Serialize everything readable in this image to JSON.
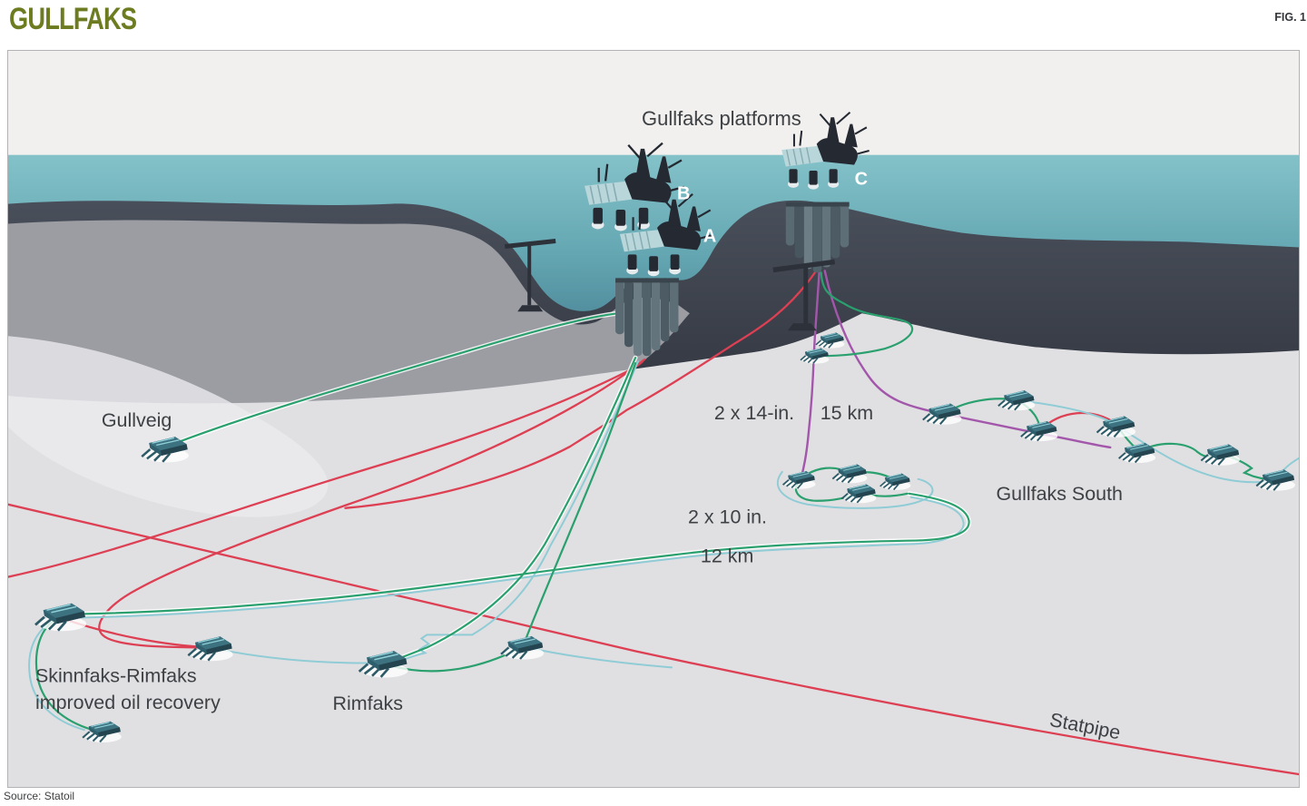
{
  "page": {
    "title": "GULLFAKS",
    "figure_label": "FIG. 1",
    "source": "Source: Statoil"
  },
  "colors": {
    "title_green": "#6d7b21",
    "sea_top": "#84c2c9",
    "sea_deep": "#336274",
    "seabed_dark": "#3a3f4a",
    "seabed_terrace": "#9b9da3",
    "seabed_floor": "#e0e0e3",
    "pipeline_oil_red": "#dd3f53",
    "pipeline_gas_purple": "#a357ab",
    "pipeline_green": "#2aa06e",
    "pipeline_teal": "#8fccd5",
    "label_text": "#3e4144"
  },
  "diagram": {
    "platform_group_label": "Gullfaks platforms",
    "platforms": [
      {
        "label": "A"
      },
      {
        "label": "B"
      },
      {
        "label": "C"
      }
    ],
    "fields": {
      "gullveig": "Gullveig",
      "gullfaks_south": "Gullfaks South",
      "rimfaks": "Rimfaks",
      "skinnfaks_line1": "Skinnfaks-Rimfaks",
      "skinnfaks_line2": "improved oil recovery"
    },
    "pipeline_labels": {
      "p14_size": "2 x 14-in.",
      "p14_length": "15 km",
      "p10_size": "2 x 10 in.",
      "p10_length": "12 km",
      "statpipe": "Statpipe"
    }
  }
}
